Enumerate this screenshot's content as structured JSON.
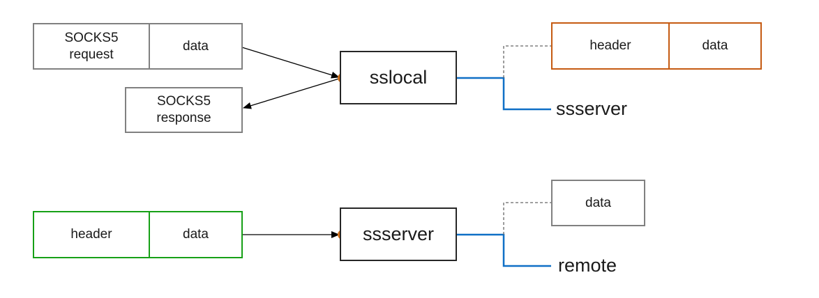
{
  "top": {
    "request_label": "SOCKS5\nrequest",
    "request_data": "data",
    "response_label": "SOCKS5\nresponse",
    "node_label": "sslocal",
    "enc_header": "header",
    "enc_data": "data",
    "target_label": "ssserver"
  },
  "bottom": {
    "in_header": "header",
    "in_data": "data",
    "node_label": "ssserver",
    "out_data": "data",
    "target_label": "remote"
  },
  "colors": {
    "gray": "#808080",
    "orange": "#c55a11",
    "green": "#16a016",
    "blue": "#0f6fc6",
    "dot": "#d2701a",
    "dark": "#262626"
  }
}
